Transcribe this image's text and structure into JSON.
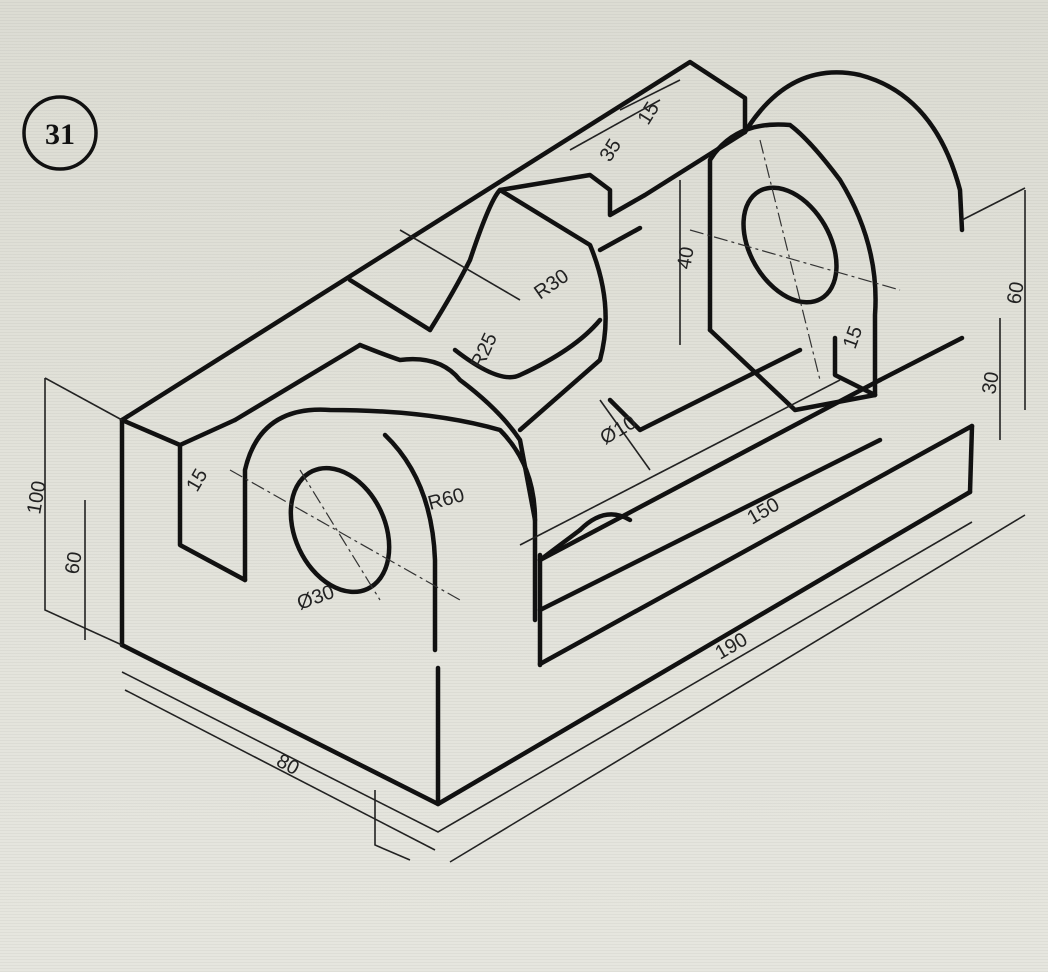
{
  "figure": {
    "number": "31"
  },
  "dimensions": {
    "d15_top": "15",
    "d35_top": "35",
    "d40_mid": "40",
    "r30": "R30",
    "r25": "R25",
    "d15_right": "15",
    "d60_right": "60",
    "d30_right": "30",
    "phi10": "Ø10",
    "d150": "150",
    "d190": "190",
    "d80_front": "80",
    "d100_left": "100",
    "d60_left": "60",
    "d15_left": "15",
    "phi30": "Ø30",
    "r60": "R60"
  }
}
